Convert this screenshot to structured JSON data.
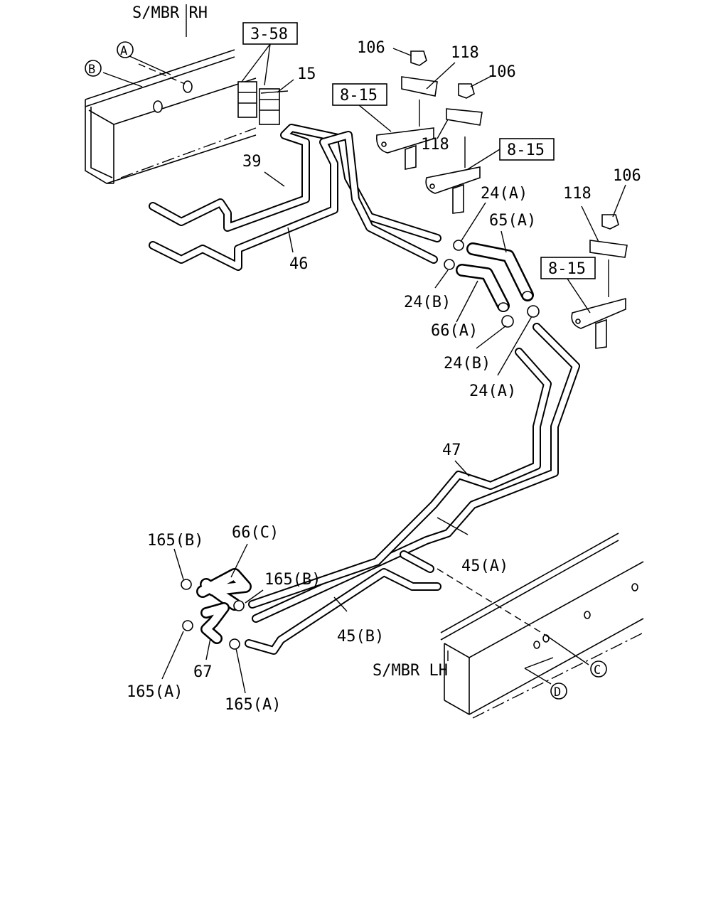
{
  "labels": {
    "smbr_rh": "S/MBR RH",
    "smbr_lh": "S/MBR LH",
    "ref_a": "A",
    "ref_b": "B",
    "ref_c": "C",
    "ref_d": "D",
    "box_3_58": "3-58",
    "box_8_15_a": "8-15",
    "box_8_15_b": "8-15",
    "box_8_15_c": "8-15",
    "p106_a": "106",
    "p106_b": "106",
    "p106_c": "106",
    "p118_a": "118",
    "p118_b": "118",
    "p118_c": "118",
    "p15": "15",
    "p39": "39",
    "p46": "46",
    "p24a_top": "24(A)",
    "p65a": "65(A)",
    "p24b_top": "24(B)",
    "p66a": "66(A)",
    "p24b_mid": "24(B)",
    "p24a_mid": "24(A)",
    "p47": "47",
    "p45a": "45(A)",
    "p45b": "45(B)",
    "p66c": "66(C)",
    "p165b_a": "165(B)",
    "p165b_b": "165(B)",
    "p165a_a": "165(A)",
    "p165a_b": "165(A)",
    "p67": "67"
  }
}
